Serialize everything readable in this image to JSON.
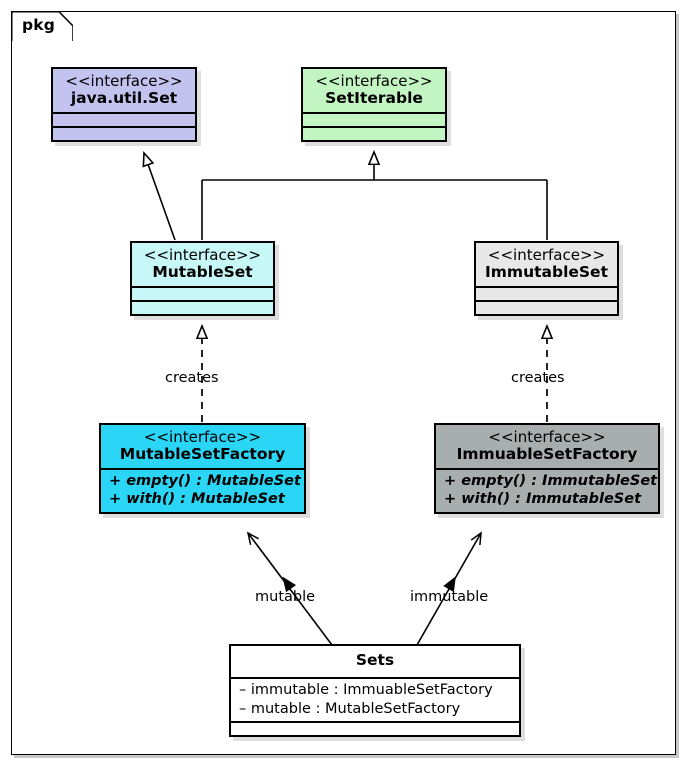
{
  "frame": {
    "tab_label": "pkg"
  },
  "palette": {
    "java_set_fill": "#C3C3F0",
    "set_iterable_fill": "#C3F5C3",
    "mutable_set_fill": "#C8F7F7",
    "immutable_set_fill": "#E8E8E8",
    "mutable_factory_fill": "#2BD5F5",
    "immutable_factory_fill": "#A8ADAD",
    "sets_fill": "#FFFFFF",
    "line_color": "#000000",
    "page_background": "#FFFFFF"
  },
  "classes": [
    {
      "id": "java-util-set",
      "stereotype": "<<interface>>",
      "name": "java.util.Set",
      "members": []
    },
    {
      "id": "set-iterable",
      "stereotype": "<<interface>>",
      "name": "SetIterable",
      "members": []
    },
    {
      "id": "mutable-set",
      "stereotype": "<<interface>>",
      "name": "MutableSet",
      "members": []
    },
    {
      "id": "immutable-set",
      "stereotype": "<<interface>>",
      "name": "ImmutableSet",
      "members": []
    },
    {
      "id": "mutable-set-factory",
      "stereotype": "<<interface>>",
      "name": "MutableSetFactory",
      "members": [
        "+ empty() : MutableSet",
        "+ with() : MutableSet"
      ]
    },
    {
      "id": "immuable-set-factory",
      "stereotype": "<<interface>>",
      "name": "ImmuableSetFactory",
      "members": [
        "+ empty() : ImmutableSet",
        "+ with() : ImmutableSet"
      ]
    },
    {
      "id": "sets",
      "stereotype": "",
      "name": "Sets",
      "members": [
        "– immutable : ImmuableSetFactory",
        "– mutable : MutableSetFactory"
      ]
    }
  ],
  "edges": [
    {
      "id": "mutableset-extends-javautilset",
      "type": "generalization",
      "from": "MutableSet",
      "to": "java.util.Set",
      "label": ""
    },
    {
      "id": "mutableset-extends-setiterable",
      "type": "generalization",
      "from": "MutableSet",
      "to": "SetIterable",
      "label": ""
    },
    {
      "id": "immutableset-extends-setiterable",
      "type": "generalization",
      "from": "ImmutableSet",
      "to": "SetIterable",
      "label": ""
    },
    {
      "id": "mutablesetfactory-creates-mutableset",
      "type": "realization-dashed",
      "from": "MutableSetFactory",
      "to": "MutableSet",
      "label": "creates"
    },
    {
      "id": "immuablesetfactory-creates-immutableset",
      "type": "realization-dashed",
      "from": "ImmuableSetFactory",
      "to": "ImmutableSet",
      "label": "creates"
    },
    {
      "id": "sets-uses-mutablesetfactory",
      "type": "association",
      "from": "Sets",
      "to": "MutableSetFactory",
      "label": "mutable"
    },
    {
      "id": "sets-uses-immuablesetfactory",
      "type": "association",
      "from": "Sets",
      "to": "ImmuableSetFactory",
      "label": "immutable"
    }
  ]
}
